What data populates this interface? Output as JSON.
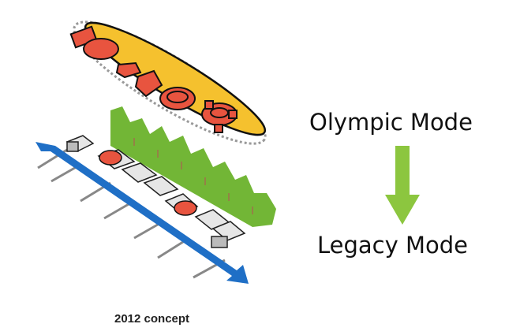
{
  "labels": {
    "olympic_mode": "Olympic Mode",
    "legacy_mode": "Legacy Mode",
    "caption": "2012 concept"
  },
  "colors": {
    "venue_red": "#e8543f",
    "platform_yellow": "#f5c12e",
    "park_green": "#72b636",
    "river_blue": "#1f6fc6",
    "arrow_green": "#8cc63f",
    "building_gray": "#c9c9c9"
  }
}
